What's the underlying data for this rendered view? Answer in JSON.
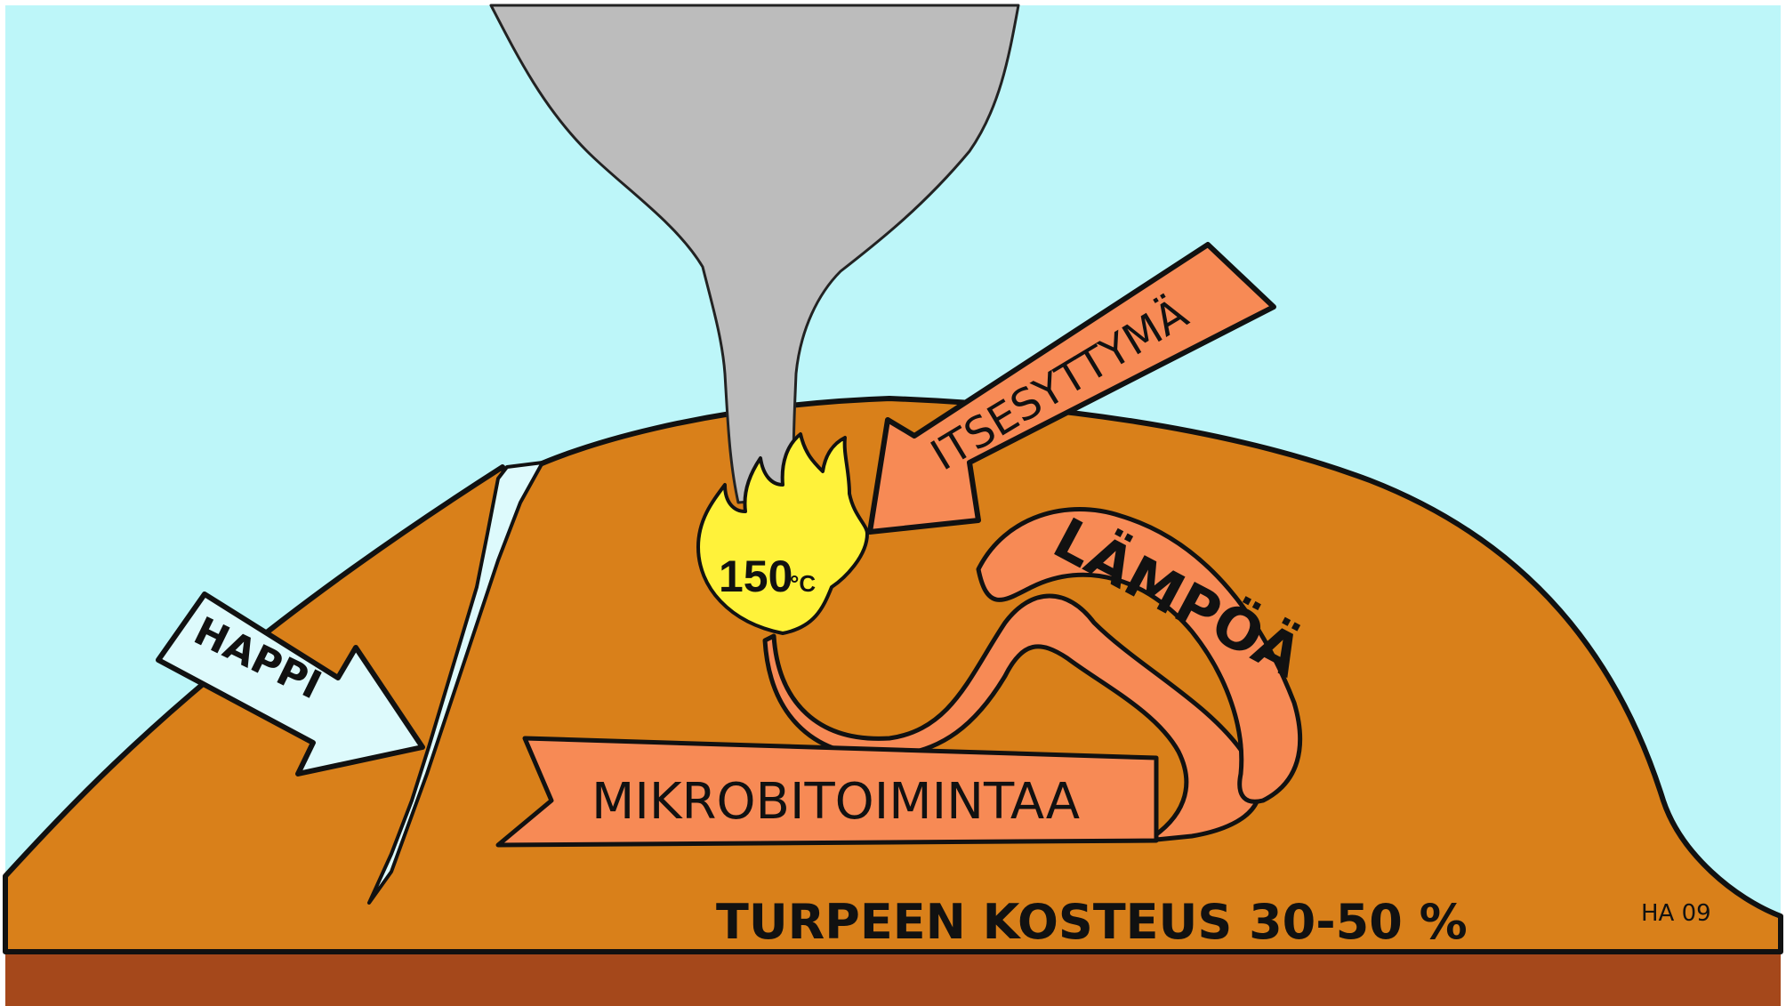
{
  "labels": {
    "happi": "HAPPI",
    "itsesyttyma": "ITSESYTTYMÄ",
    "lampoa": "LÄMPÖÄ",
    "mikrobitoimintaa": "MIKROBITOIMINTAA",
    "temperature_value": "150",
    "temperature_unit": "°C",
    "moisture": "TURPEEN KOSTEUS 30-50 %"
  },
  "signature": "HA 09",
  "colors": {
    "sky": "#bdf6f9",
    "peat": "#d9801a",
    "ground": "#a5481b",
    "arrow_fill": "#f78a55",
    "air_arrow": "#ddfafc",
    "smoke": "#bcbcbc",
    "flame": "#fff23a",
    "outline": "#111111"
  },
  "icons": [
    "flame-icon",
    "smoke-plume-icon",
    "crack-icon"
  ]
}
